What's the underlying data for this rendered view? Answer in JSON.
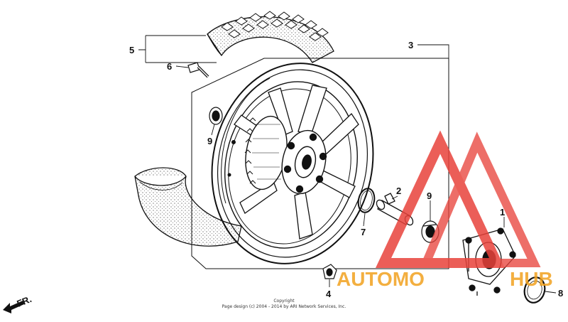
{
  "callouts": [
    {
      "id": "1",
      "label": "1"
    },
    {
      "id": "2",
      "label": "2"
    },
    {
      "id": "3",
      "label": "3"
    },
    {
      "id": "4",
      "label": "4"
    },
    {
      "id": "5",
      "label": "5"
    },
    {
      "id": "6",
      "label": "6"
    },
    {
      "id": "7",
      "label": "7"
    },
    {
      "id": "8",
      "label": "8"
    },
    {
      "id": "9a",
      "label": "9"
    },
    {
      "id": "9b",
      "label": "9"
    }
  ],
  "direction": {
    "label": "FR."
  },
  "copyright": {
    "line1": "Copyright",
    "line2": "Page design (c) 2004 - 2014 by ARI Network Services, Inc."
  },
  "watermark": {
    "part1": "AUTOMO",
    "part2": "HUB",
    "colors": {
      "red": "#e8423b",
      "orange": "#f2a21f"
    }
  },
  "colors": {
    "line": "#111111",
    "background": "#ffffff"
  }
}
